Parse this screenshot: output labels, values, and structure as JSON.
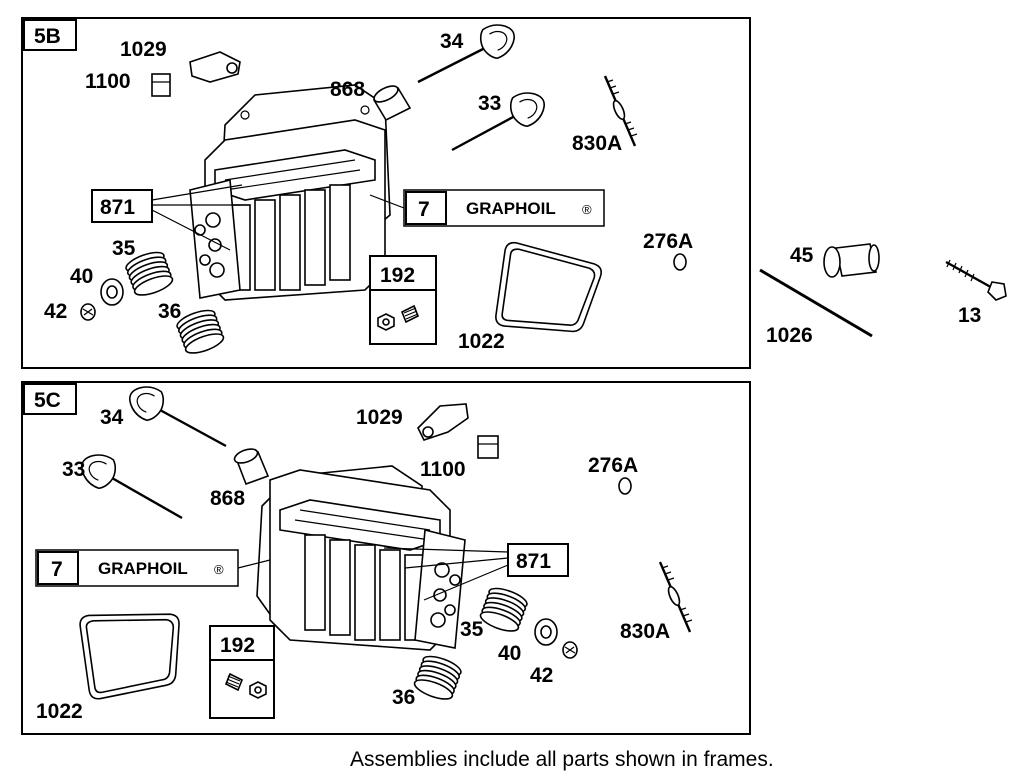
{
  "frames": [
    {
      "id": "5B",
      "graphoil": {
        "number": "7",
        "text": "GRAPHOIL",
        "mark": "®"
      },
      "kit": "192",
      "callout": "871",
      "labels": {
        "p1029": "1029",
        "p1100": "1100",
        "p34": "34",
        "p868": "868",
        "p33": "33",
        "p830A": "830A",
        "p276A": "276A",
        "p35": "35",
        "p40": "40",
        "p42": "42",
        "p36": "36",
        "p1022": "1022"
      }
    },
    {
      "id": "5C",
      "graphoil": {
        "number": "7",
        "text": "GRAPHOIL",
        "mark": "®"
      },
      "kit": "192",
      "callout": "871",
      "labels": {
        "p34": "34",
        "p33": "33",
        "p868": "868",
        "p1029": "1029",
        "p1100": "1100",
        "p276A": "276A",
        "p830A": "830A",
        "p35": "35",
        "p40": "40",
        "p42": "42",
        "p36": "36",
        "p1022": "1022"
      }
    }
  ],
  "loose_parts": {
    "p45": "45",
    "p1026": "1026",
    "p13": "13"
  },
  "footer": "Assemblies include all parts shown in frames."
}
